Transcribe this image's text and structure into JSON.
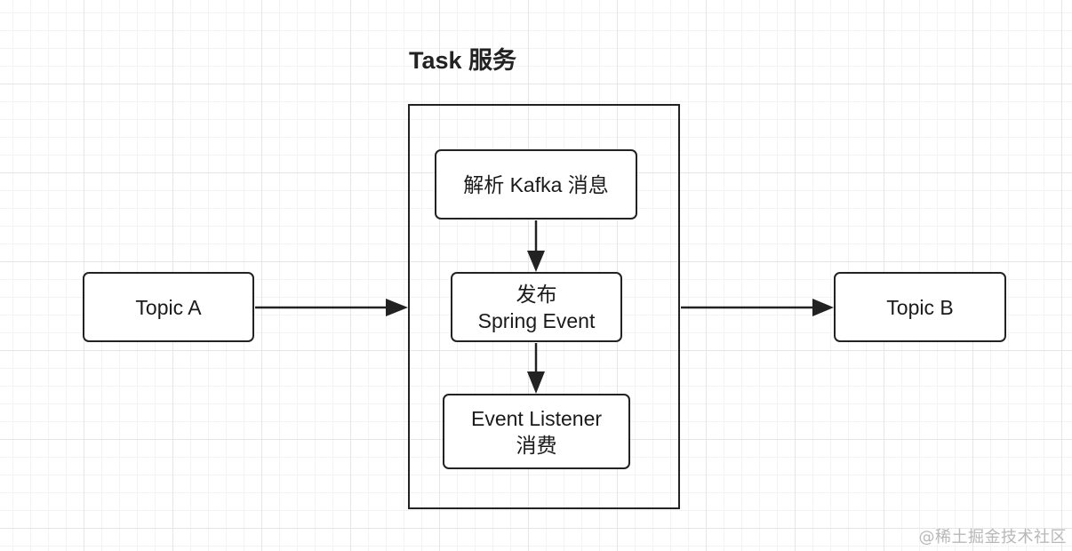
{
  "diagram": {
    "title": "Task 服务",
    "nodes": {
      "topic_a": "Topic A",
      "topic_b": "Topic B",
      "parse": "解析 Kafka 消息",
      "publish_line1": "发布",
      "publish_line2": "Spring Event",
      "consume_line1": "Event Listener",
      "consume_line2": "消费"
    },
    "edges": [
      {
        "from": "Topic A",
        "to": "Task 服务"
      },
      {
        "from": "解析 Kafka 消息",
        "to": "发布 Spring Event"
      },
      {
        "from": "发布 Spring Event",
        "to": "Event Listener 消费"
      },
      {
        "from": "Task 服务",
        "to": "Topic B"
      }
    ],
    "colors": {
      "stroke": "#222222",
      "grid": "#e6e6e6",
      "background": "#ffffff"
    }
  },
  "watermark": "@稀土掘金技术社区"
}
